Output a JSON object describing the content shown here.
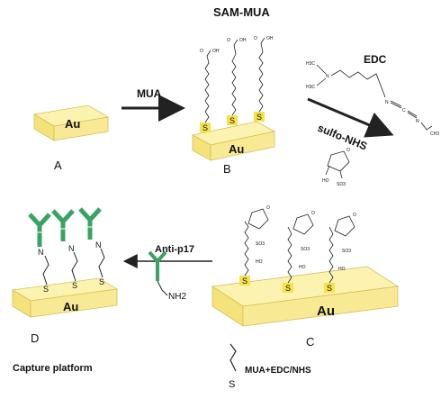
{
  "title": "SAM-MUA",
  "steps": {
    "mua": "MUA",
    "edc": "EDC",
    "sulfo_nhs": "sulfo-NHS",
    "anti_p17": "Anti-p17"
  },
  "substrate": {
    "a": "Au",
    "b": "Au",
    "c": "Au",
    "d": "Au"
  },
  "panels": {
    "a": "A",
    "b": "B",
    "c": "C",
    "d": "D"
  },
  "atoms": {
    "sulfur": "S",
    "nitrogen": "N",
    "oh": "OH",
    "o": "O",
    "ho": "HO",
    "so3": "SO3",
    "h3c": "H3C",
    "ch3": "CH3",
    "nh2": "NH2",
    "n": "N",
    "c": "C"
  },
  "captions": {
    "capture_platform": "Capture platform",
    "legend_label": "MUA+EDC/NHS"
  },
  "colors": {
    "gold_face": "#fbef9a",
    "gold_edge": "#e0c95a",
    "antibody": "#3aa364",
    "sam_hi": "#f6e24a"
  }
}
